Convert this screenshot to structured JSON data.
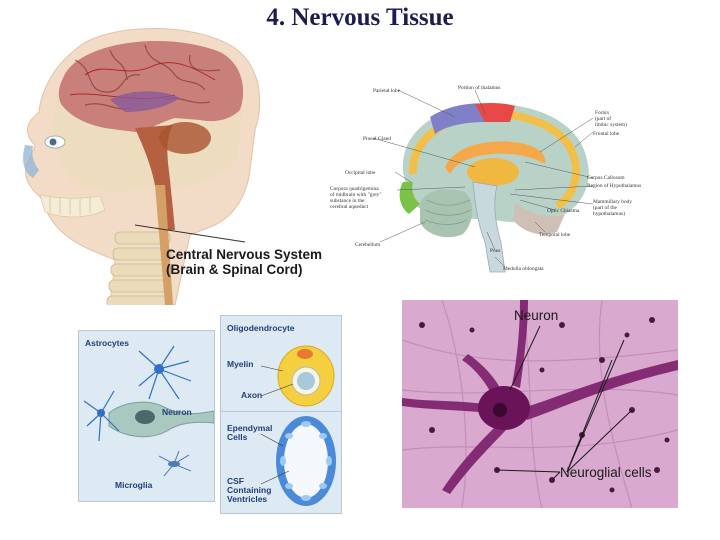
{
  "slide": {
    "title": "4. Nervous Tissue"
  },
  "cns_panel": {
    "caption_line1": "Central Nervous System",
    "caption_line2": "(Brain & Spinal Cord)"
  },
  "brain_section": {
    "labels": {
      "parietal_lobe": "Parietal lobe",
      "portion_of_thalamus": "Portion of thalamus",
      "fornix_1": "Fornix",
      "fornix_2": "(part of",
      "fornix_3": "limbic system)",
      "frontal_lobe": "Frontal lobe",
      "pineal_gland": "Pineal Gland",
      "occipital_lobe": "Occipital lobe",
      "corpora_1": "Corpora quadrigemina",
      "corpora_2": "of midbrain with \"grey\"",
      "corpora_3": "substance in the",
      "corpora_4": "cerebral aqueduct",
      "corpus_callosum": "Corpus Callosum",
      "region_hypothalamus": "Region of Hypothalamus",
      "mammillary_1": "Mammillary body",
      "mammillary_2": "(part of the",
      "mammillary_3": "hypothalamus)",
      "optic_chiasma": "Optic Chiasma",
      "temporal_lobe": "Temporal lobe",
      "cerebellum": "Cerebellum",
      "pons": "Pons",
      "medulla": "Medulla oblongata"
    }
  },
  "glial_diagram": {
    "astrocytes": "Astrocytes",
    "neuron": "Neuron",
    "microglia": "Microglia",
    "oligodendrocyte": "Oligodendrocyte",
    "myelin": "Myelin",
    "axon": "Axon",
    "ependymal_1": "Ependymal",
    "ependymal_2": "Cells",
    "csf_1": "CSF",
    "csf_2": "Containing",
    "csf_3": "Ventricles"
  },
  "micrograph": {
    "neuron_label": "Neuron",
    "neuroglial_label": "Neuroglial cells"
  },
  "colors": {
    "title": "#1c1c52",
    "micrograph_bg": "#d9a9cf",
    "neuron_stain": "#7a1f6a",
    "glial_label": "#1f3f7a",
    "brain_pink": "#c97f7a"
  }
}
